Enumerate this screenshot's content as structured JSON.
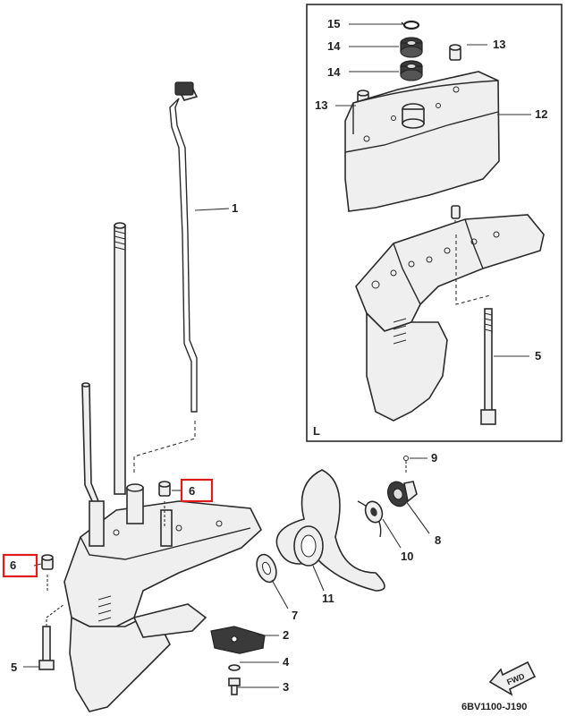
{
  "callouts": {
    "c1": "1",
    "c2": "2",
    "c3": "3",
    "c4": "4",
    "c5_left": "5",
    "c5_inset": "5",
    "c6_top": "6",
    "c6_left": "6",
    "c7": "7",
    "c8": "8",
    "c9": "9",
    "c10": "10",
    "c11": "11",
    "c12": "12",
    "c13_top": "13",
    "c13_left": "13",
    "c14_top": "14",
    "c14_bottom": "14",
    "c15": "15"
  },
  "inset_label": "L",
  "fwd_label": "FWD",
  "diagram_code": "6BV1100-J190",
  "colors": {
    "highlight": "#e01b1b",
    "line": "#2a2a2a",
    "background": "#ffffff"
  }
}
